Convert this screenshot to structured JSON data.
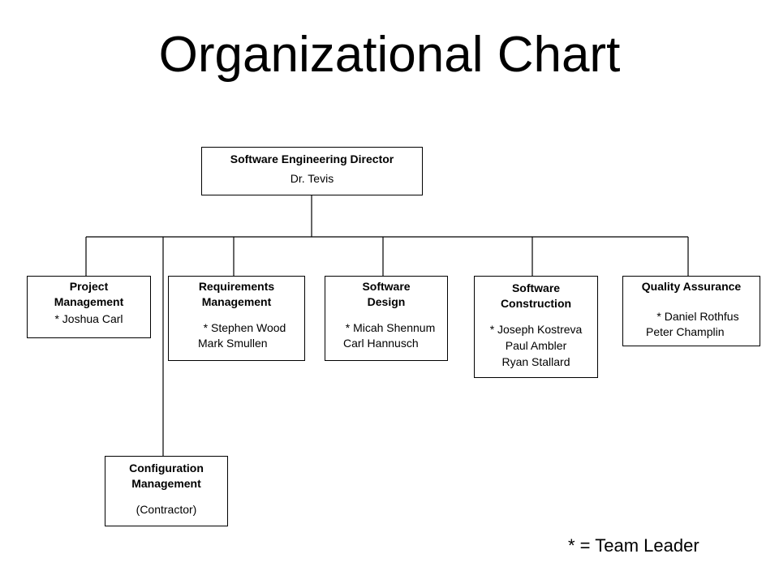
{
  "title": "Organizational Chart",
  "director": {
    "role": "Software Engineering Director",
    "name": "Dr. Tevis"
  },
  "departments": {
    "project_management": {
      "title_lines": [
        "Project",
        "Management"
      ],
      "members": [
        "* Joshua Carl"
      ]
    },
    "requirements_management": {
      "title_lines": [
        "Requirements",
        "Management"
      ],
      "members": [
        "* Stephen Wood",
        "Mark Smullen"
      ]
    },
    "software_design": {
      "title_lines": [
        "Software",
        "Design"
      ],
      "members": [
        "* Micah Shennum",
        "Carl Hannusch"
      ]
    },
    "software_construction": {
      "title_lines": [
        "Software",
        "Construction"
      ],
      "members": [
        "* Joseph Kostreva",
        "Paul Ambler",
        "Ryan Stallard"
      ]
    },
    "quality_assurance": {
      "title_lines": [
        "Quality Assurance"
      ],
      "members": [
        "* Daniel Rothfus",
        "Peter Champlin"
      ]
    },
    "configuration_management": {
      "title_lines": [
        "Configuration",
        "Management"
      ],
      "members": [
        "(Contractor)"
      ]
    }
  },
  "legend": "* = Team Leader"
}
